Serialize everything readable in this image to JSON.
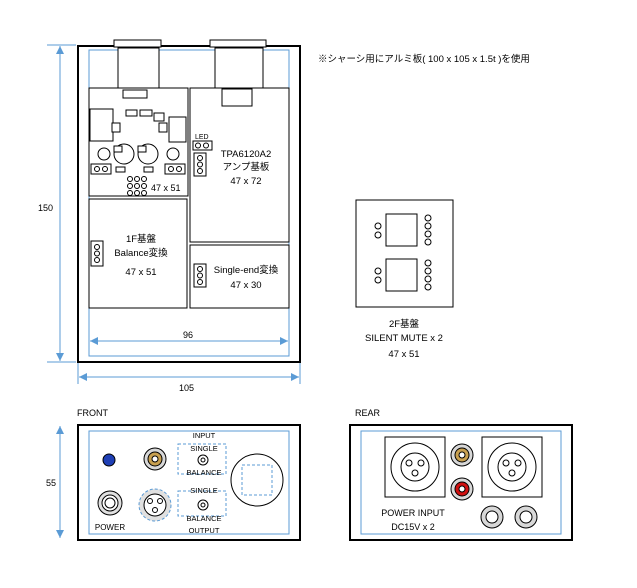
{
  "note": "※シャーシ用にアルミ板( 100 x 105 x 1.5t )を使用",
  "dimensions": {
    "height": "150",
    "inner_width": "96",
    "outer_width": "105",
    "panel_height": "55"
  },
  "boards": {
    "board_1f_top": {
      "size": "47 x 51"
    },
    "amp": {
      "name": "TPA6120A2",
      "sub": "アンプ基板",
      "size": "47 x 72",
      "led": "LED"
    },
    "board_1f": {
      "name": "1F基盤",
      "sub": "Balance変換",
      "size": "47 x 51"
    },
    "single_end": {
      "name": "Single-end変換",
      "size": "47 x 30"
    },
    "board_2f": {
      "name": "2F基盤",
      "sub": "SILENT MUTE x 2",
      "size": "47 x 51"
    }
  },
  "front": {
    "label": "FRONT",
    "input": "INPUT",
    "single_top": "SINGLE",
    "balance_top": "BALANCE",
    "single_bottom": "SINGLE",
    "balance_bottom": "BALANCE",
    "output": "OUTPUT",
    "power": "POWER"
  },
  "rear": {
    "label": "REAR",
    "power_input": "POWER INPUT",
    "dc": "DC15V x 2"
  },
  "colors": {
    "accent_blue": "#5b9bd5",
    "led_blue": "#1f3fb5",
    "rca_red": "#d01010",
    "rca_gold": "#c8a050"
  }
}
